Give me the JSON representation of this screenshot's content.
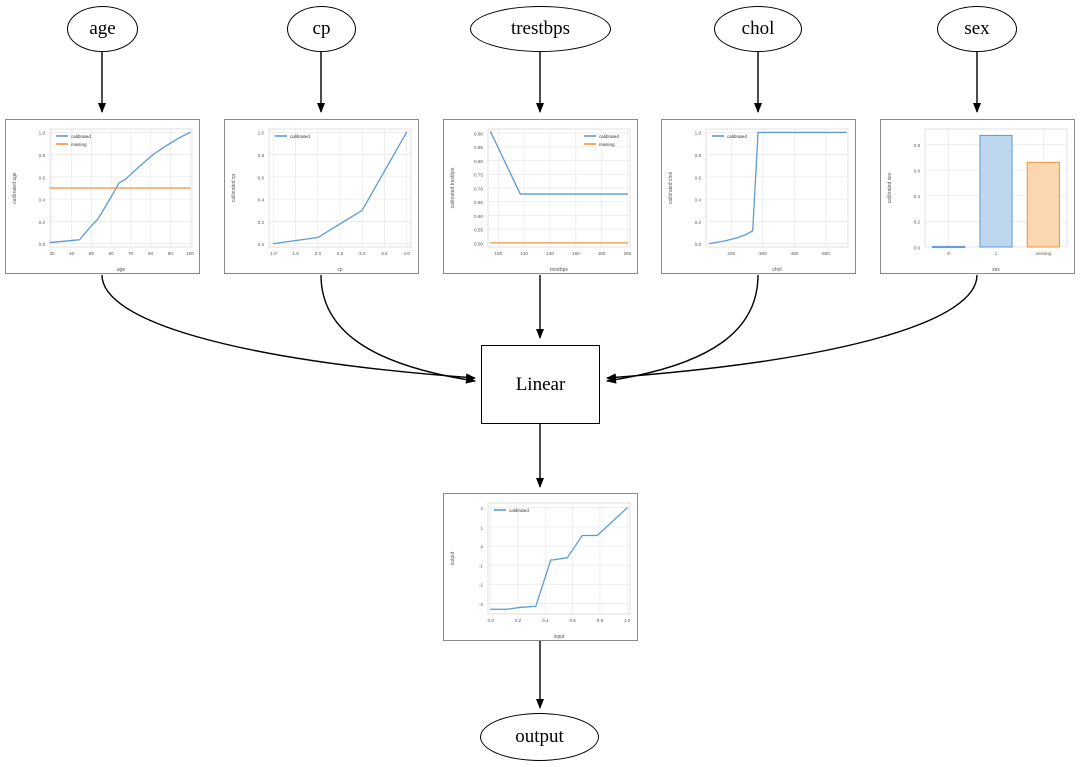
{
  "diagram": {
    "type": "flow-graph",
    "input_nodes": [
      {
        "id": "age",
        "label": "age"
      },
      {
        "id": "cp",
        "label": "cp"
      },
      {
        "id": "trestbps",
        "label": "trestbps"
      },
      {
        "id": "chol",
        "label": "chol"
      },
      {
        "id": "sex",
        "label": "sex"
      }
    ],
    "combiner": {
      "id": "linear",
      "label": "Linear"
    },
    "output_node": {
      "id": "output",
      "label": "output"
    }
  },
  "legend_labels": {
    "calibrated": "calibrated",
    "missing": "missing"
  },
  "colors": {
    "calibrated": "#5b9bd5",
    "missing": "#f0913c",
    "bar_blue_fill": "#bdd7ee",
    "bar_blue_edge": "#5b9bd5",
    "bar_orange_fill": "#fbd7b0",
    "bar_orange_edge": "#f0913c",
    "grid": "#e8e8e8",
    "axis_text": "#555555",
    "panel_border": "#8a8a8a",
    "edge": "#000000"
  },
  "chart_data": [
    {
      "id": "age",
      "type": "line",
      "title": "",
      "xlabel": "age",
      "ylabel": "calibrated age",
      "xlim": [
        29,
        101
      ],
      "ylim": [
        -0.03,
        1.03
      ],
      "xticks": [
        30,
        40,
        50,
        60,
        70,
        80,
        90,
        100
      ],
      "yticks": [
        0.0,
        0.2,
        0.4,
        0.6,
        0.8,
        1.0
      ],
      "grid": true,
      "legend_position": "upper-left",
      "series": [
        {
          "name": "calibrated",
          "color": "#5b9bd5",
          "x": [
            29,
            35,
            41,
            44,
            47,
            50,
            53,
            56,
            59,
            62,
            64,
            67,
            71,
            76,
            82,
            88,
            94,
            100
          ],
          "y": [
            0.01,
            0.02,
            0.03,
            0.035,
            0.1,
            0.16,
            0.215,
            0.3,
            0.39,
            0.48,
            0.545,
            0.575,
            0.64,
            0.72,
            0.81,
            0.88,
            0.945,
            1.0
          ]
        },
        {
          "name": "missing",
          "color": "#f0913c",
          "x": [
            29,
            100
          ],
          "y": [
            0.5,
            0.5
          ]
        }
      ]
    },
    {
      "id": "cp",
      "type": "line",
      "title": "",
      "xlabel": "cp",
      "ylabel": "calibrated cp",
      "xlim": [
        0.9,
        4.1
      ],
      "ylim": [
        -0.03,
        1.03
      ],
      "xticks": [
        1.0,
        1.5,
        2.0,
        2.5,
        3.0,
        3.5,
        4.0
      ],
      "yticks": [
        0.0,
        0.2,
        0.4,
        0.6,
        0.8,
        1.0
      ],
      "grid": true,
      "legend_position": "upper-left",
      "series": [
        {
          "name": "calibrated",
          "color": "#5b9bd5",
          "x": [
            1.0,
            2.0,
            3.0,
            4.0
          ],
          "y": [
            0.0,
            0.055,
            0.3,
            1.0
          ]
        }
      ]
    },
    {
      "id": "trestbps",
      "type": "line",
      "title": "",
      "xlabel": "trestbps",
      "ylabel": "calibrated trestbps",
      "xlim": [
        92,
        202
      ],
      "ylim": [
        0.485,
        0.915
      ],
      "xticks": [
        100,
        120,
        140,
        160,
        180,
        200
      ],
      "yticks": [
        0.5,
        0.55,
        0.6,
        0.65,
        0.7,
        0.75,
        0.8,
        0.85,
        0.9
      ],
      "grid": true,
      "legend_position": "upper-right",
      "series": [
        {
          "name": "calibrated",
          "color": "#5b9bd5",
          "x": [
            94,
            117,
            200
          ],
          "y": [
            0.905,
            0.678,
            0.678
          ]
        },
        {
          "name": "missing",
          "color": "#f0913c",
          "x": [
            94,
            200
          ],
          "y": [
            0.5,
            0.5
          ]
        }
      ]
    },
    {
      "id": "chol",
      "type": "line",
      "title": "",
      "xlabel": "chol",
      "ylabel": "calibrated chol",
      "xlim": [
        120,
        570
      ],
      "ylim": [
        -0.03,
        1.03
      ],
      "xticks": [
        200,
        300,
        400,
        500
      ],
      "yticks": [
        0.0,
        0.2,
        0.4,
        0.6,
        0.8,
        1.0
      ],
      "grid": true,
      "legend_position": "upper-left",
      "series": [
        {
          "name": "calibrated",
          "color": "#5b9bd5",
          "x": [
            131,
            180,
            215,
            245,
            262,
            268,
            285,
            420,
            564
          ],
          "y": [
            0.0,
            0.025,
            0.05,
            0.08,
            0.105,
            0.115,
            1.0,
            1.0,
            1.0
          ]
        }
      ]
    },
    {
      "id": "sex",
      "type": "bar",
      "title": "",
      "xlabel": "sex",
      "ylabel": "calibrated sex",
      "categories": [
        "0",
        "1",
        "missing"
      ],
      "values": [
        0.005,
        0.87,
        0.66
      ],
      "bar_colors": [
        "#bdd7ee",
        "#bdd7ee",
        "#fbd7b0"
      ],
      "bar_edge_colors": [
        "#5b9bd5",
        "#5b9bd5",
        "#f0913c"
      ],
      "ylim": [
        0.0,
        0.92
      ],
      "yticks": [
        0.0,
        0.2,
        0.4,
        0.6,
        0.8
      ],
      "grid": true,
      "legend_position": "none"
    },
    {
      "id": "output",
      "type": "line",
      "title": "",
      "xlabel": "input",
      "ylabel": "output",
      "xlim": [
        -0.02,
        1.02
      ],
      "ylim": [
        -3.55,
        2.25
      ],
      "xticks": [
        0.0,
        0.2,
        0.4,
        0.6,
        0.8,
        1.0
      ],
      "yticks": [
        -3,
        -2,
        -1,
        0,
        1,
        2
      ],
      "grid": true,
      "legend_position": "upper-left",
      "series": [
        {
          "name": "calibrated",
          "color": "#5b9bd5",
          "x": [
            0.0,
            0.12,
            0.22,
            0.33,
            0.44,
            0.46,
            0.55,
            0.56,
            0.67,
            0.78,
            1.0
          ],
          "y": [
            -3.3,
            -3.3,
            -3.2,
            -3.15,
            -0.72,
            -0.72,
            -0.62,
            -0.62,
            0.55,
            0.55,
            2.0
          ]
        }
      ]
    }
  ]
}
